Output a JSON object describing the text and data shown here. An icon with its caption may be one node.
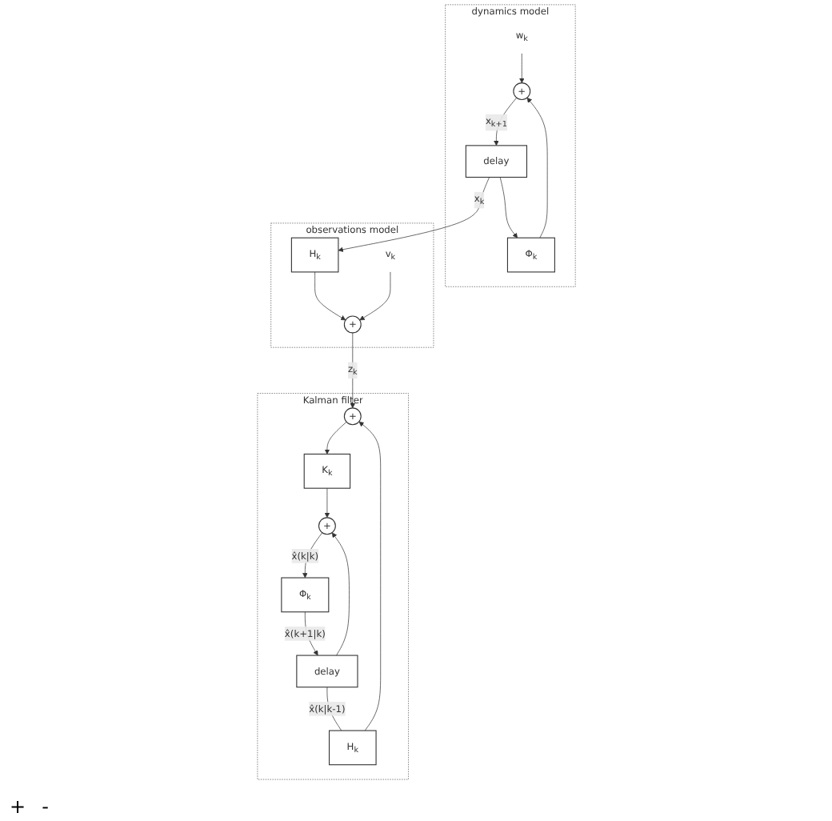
{
  "diagram": {
    "nodes": [
      {
        "text": [
          "dynamics model"
        ]
      },
      {
        "text": [
          "w$_{k}$"
        ],
        "in": 0
      },
      {
        "text": [
          "+"
        ],
        "in": 0
      },
      {
        "text": [
          "delay"
        ],
        "in": 0
      },
      {
        "text": [
          "Φ$_{k}$"
        ],
        "in": 0
      },
      {
        "text": [
          "observations model"
        ]
      },
      {
        "text": [
          "H$_{k}$"
        ],
        "in": 5
      },
      {
        "text": [
          "v$_{k}$"
        ],
        "in": 5
      },
      {
        "text": [
          "+"
        ],
        "in": 5
      },
      {
        "text": [
          "Kalman filter"
        ]
      },
      {
        "text": [
          "+"
        ],
        "in": 9
      },
      {
        "text": [
          "K$_{k}$"
        ],
        "in": 9
      },
      {
        "text": [
          "+"
        ],
        "in": 9
      },
      {
        "text": [
          "Φ$_{k}$"
        ],
        "in": 9
      },
      {
        "text": [
          "delay"
        ],
        "in": 9
      },
      {
        "text": [
          "H$_{k}$"
        ],
        "in": 9
      }
    ],
    "edges": [
      {
        "from": 1,
        "to": 2,
        "arrow": "to"
      },
      {
        "from": 2,
        "to": 3,
        "arrow": "to",
        "label": "x$_{k+1}$"
      },
      {
        "from": 3,
        "to": 4,
        "arrow": "to"
      },
      {
        "from": 3,
        "to": 6,
        "arrow": "to",
        "label": "x$_{k}$"
      },
      {
        "from": 4,
        "to": 2,
        "arrow": "to"
      },
      {
        "from": 6,
        "to": 8,
        "arrow": "to"
      },
      {
        "from": 7,
        "to": 8,
        "arrow": "to"
      },
      {
        "from": 8,
        "to": 10,
        "arrow": "to",
        "label": "z$_{k}$"
      },
      {
        "from": 10,
        "to": 11,
        "arrow": "to"
      },
      {
        "from": 11,
        "to": 12,
        "arrow": "to"
      },
      {
        "from": 12,
        "to": 13,
        "arrow": "to",
        "label": "x̂(k|k)"
      },
      {
        "from": 13,
        "to": 14,
        "arrow": "to",
        "label": "x̂(k+1|k)"
      },
      {
        "from": 14,
        "to": 12,
        "arrow": "to"
      },
      {
        "from": 14,
        "to": 15,
        "arrow": "none",
        "label": "x̂(k|k-1)"
      },
      {
        "from": 15,
        "to": 10,
        "arrow": "to"
      }
    ],
    "labels": [
      "+",
      "-"
    ]
  }
}
